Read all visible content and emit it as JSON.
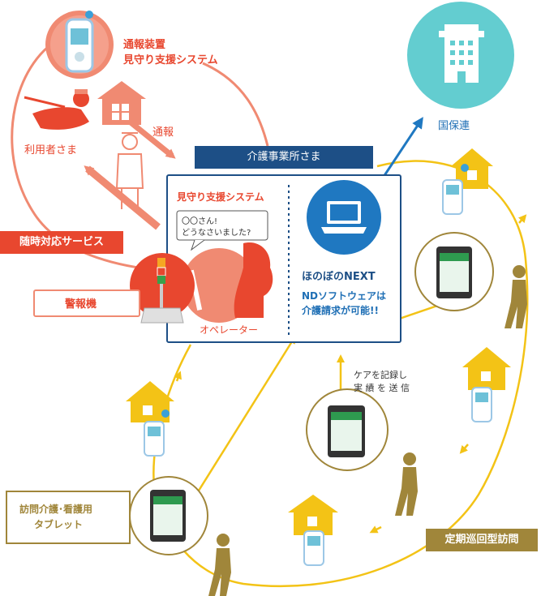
{
  "labels": {
    "report_device_line1": "通報装置",
    "report_device_line2": "見守り支援システム",
    "report": "通報",
    "user": "利用者さま",
    "on_demand_service": "随時対応サービス",
    "alarm": "警報機",
    "office": "介護事業所さま",
    "watch_system": "見守り支援システム",
    "bubble_line1": "〇〇さん!",
    "bubble_line2": "どうなさいました?",
    "operator": "オペレーター",
    "brand": "ほのぼのNEXT",
    "nd_line1": "NDソフトウェアは",
    "nd_line2": "介護請求が可能!!",
    "insurance": "国保連",
    "record_line1": "ケアを記録し",
    "record_line2": "実 績 を 送 信",
    "tablet_line1": "訪問介護･看護用",
    "tablet_line2": "タブレット",
    "periodic": "定期巡回型訪問"
  },
  "colors": {
    "salmon": "#f08a72",
    "red": "#e8472f",
    "yellow": "#f3c316",
    "teal": "#63cdd0",
    "blue": "#1f6fb5",
    "navy": "#1d4f86",
    "olive": "#a0863a"
  }
}
